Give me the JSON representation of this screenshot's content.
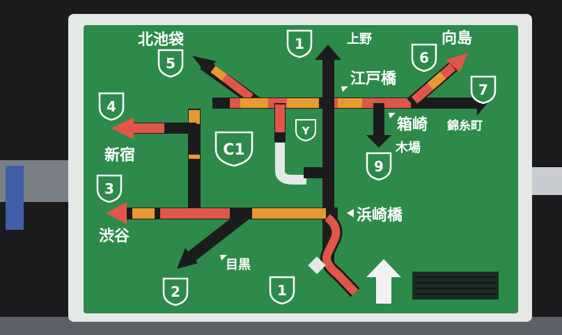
{
  "sign": {
    "title_shield": "C1",
    "y_marker": "Y",
    "colors": {
      "sign_green": "#2d8a4a",
      "border_white": "#e8ece8",
      "road_black": "#1c1c1c",
      "congestion_red": "#e0564a",
      "congestion_orange": "#e89a30",
      "display_panel": "#1d2a24"
    },
    "destinations": [
      {
        "id": "ikebukuro",
        "label": "北池袋",
        "route": "5"
      },
      {
        "id": "ueno",
        "label": "上野",
        "route": "1"
      },
      {
        "id": "mukojima",
        "label": "向島",
        "route": "6"
      },
      {
        "id": "edobashi",
        "label": "江戸橋"
      },
      {
        "id": "kinshicho",
        "label": "錦糸町",
        "route": "7"
      },
      {
        "id": "hakozaki",
        "label": "箱崎"
      },
      {
        "id": "kiba",
        "label": "木場",
        "route": "9"
      },
      {
        "id": "shinjuku",
        "label": "新宿",
        "route": "4"
      },
      {
        "id": "shibuya",
        "label": "渋谷",
        "route": "3"
      },
      {
        "id": "hamazakibashi",
        "label": "浜崎橋"
      },
      {
        "id": "meguro",
        "label": "目黒",
        "route": "2"
      },
      {
        "id": "route1_south",
        "route": "1"
      }
    ]
  }
}
